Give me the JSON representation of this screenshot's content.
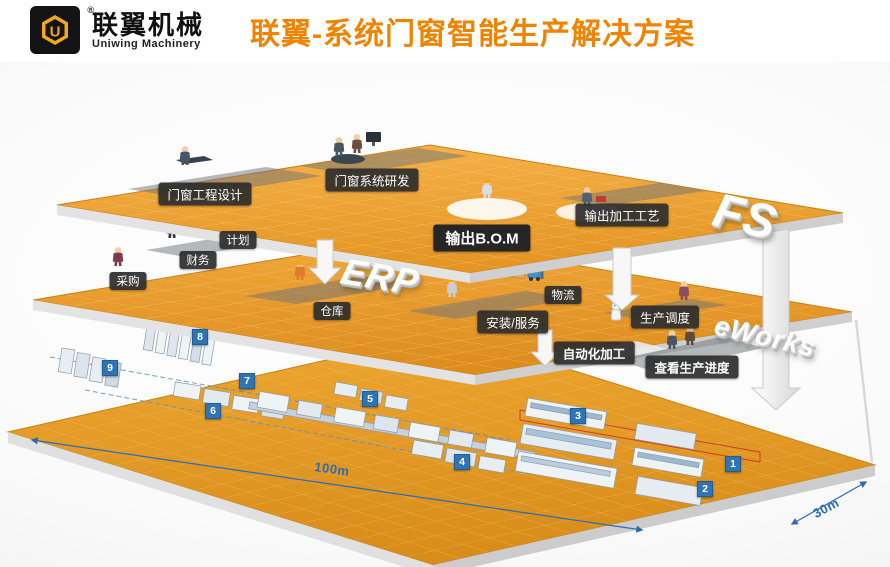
{
  "header": {
    "logo_letter": "U",
    "reg_mark": "®",
    "brand_cn": "联翼机械",
    "brand_en": "Uniwing Machinery",
    "title": "联翼-系统门窗智能生产解决方案"
  },
  "top_layer": {
    "side_label": "FS",
    "design": "门窗工程设计",
    "rnd": "门窗系统研发",
    "bom": "输出B.O.M",
    "process": "输出加工工艺"
  },
  "middle_layer": {
    "erp": "ERP",
    "eworks": "eWorks",
    "plan": "计划",
    "finance": "财务",
    "purchase": "采购",
    "warehouse": "仓库",
    "logistics": "物流",
    "install": "安装/服务",
    "dispatch": "生产调度"
  },
  "floor_layer": {
    "auto": "自动化加工",
    "progress": "查看生产进度",
    "stations": [
      "1",
      "2",
      "3",
      "4",
      "5",
      "6",
      "7",
      "8",
      "9"
    ],
    "dim_length": "100m",
    "dim_width": "30m"
  },
  "colors": {
    "accent_orange": "#f08300",
    "platform_orange": "#e89a2b",
    "label_dark": "#2d2d2d",
    "station_blue": "#2f74b5",
    "dimension_blue": "#2a6db5"
  }
}
